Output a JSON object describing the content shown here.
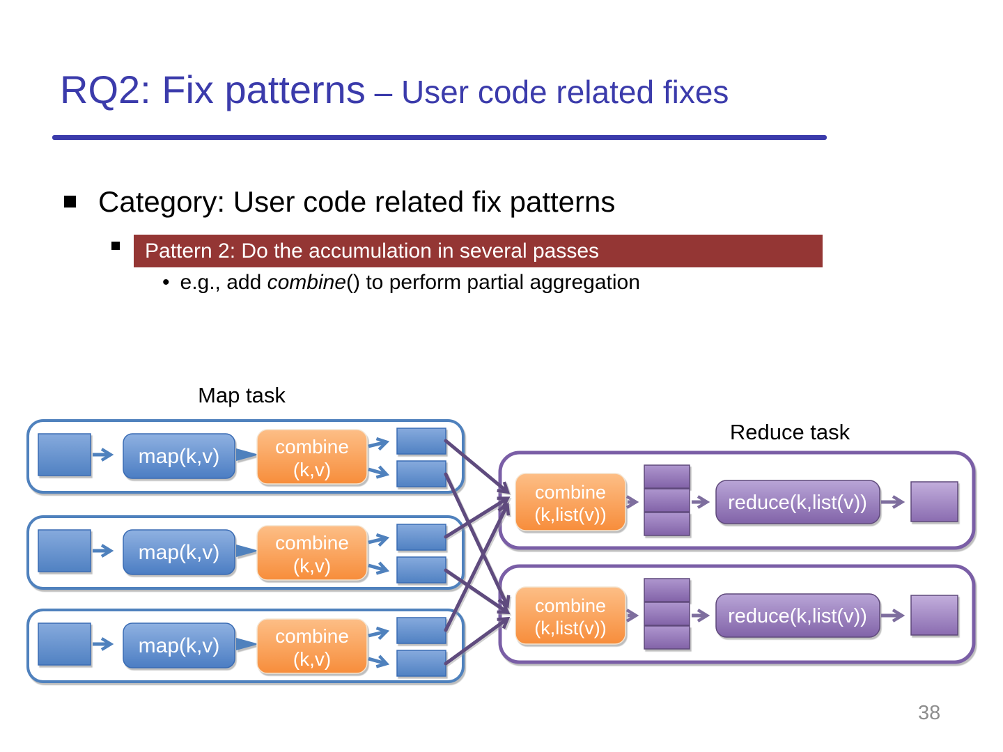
{
  "slide": {
    "title": {
      "main": "RQ2: Fix patterns",
      "sub": " – User code related fixes"
    },
    "bullets": {
      "category": "Category: User code related fix patterns",
      "pattern_highlight": "Pattern 2: Do the accumulation in several passes",
      "example": {
        "bullet": "•",
        "prefix": "e.g., add ",
        "italic": "combine",
        "suffix": "() to perform partial aggregation"
      }
    },
    "page_number": "38"
  },
  "diagram": {
    "map_section_label": "Map task",
    "reduce_section_label": "Reduce task",
    "map_tasks": [
      {
        "map_fn": "map(k,v)",
        "combine_line1": "combine",
        "combine_line2": "(k,v)"
      },
      {
        "map_fn": "map(k,v)",
        "combine_line1": "combine",
        "combine_line2": "(k,v)"
      },
      {
        "map_fn": "map(k,v)",
        "combine_line1": "combine",
        "combine_line2": "(k,v)"
      }
    ],
    "reduce_tasks": [
      {
        "combine_line1": "combine",
        "combine_line2": "(k,list(v))",
        "reduce_fn": "reduce(k,list(v))"
      },
      {
        "combine_line1": "combine",
        "combine_line2": "(k,list(v))",
        "reduce_fn": "reduce(k,list(v))"
      }
    ]
  },
  "colors": {
    "title": "#3B3BAB",
    "highlight_bg": "#943634",
    "blue_accent": "#4F81BD",
    "orange_accent": "#F79646",
    "purple_accent": "#8064A2",
    "connector": "#5F4B7E"
  }
}
